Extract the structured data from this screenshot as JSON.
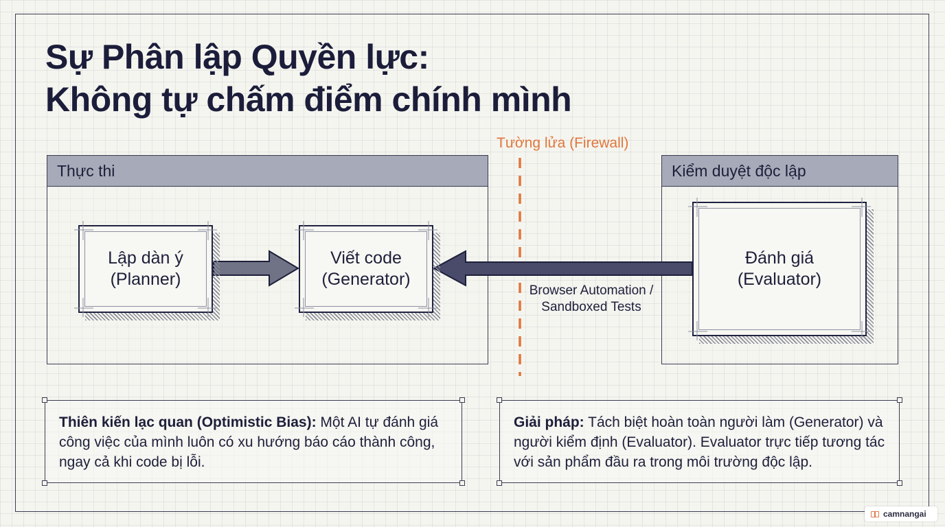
{
  "title": {
    "line1": "Sự Phân lập Quyền lực:",
    "line2": "Không tự chấm điểm chính mình"
  },
  "panels": {
    "execution": {
      "label": "Thực thi"
    },
    "review": {
      "label": "Kiểm duyệt độc lập"
    }
  },
  "nodes": {
    "planner": {
      "line1": "Lập dàn ý",
      "line2": "(Planner)"
    },
    "generator": {
      "line1": "Viết code",
      "line2": "(Generator)"
    },
    "evaluator": {
      "line1": "Đánh giá",
      "line2": "(Evaluator)"
    }
  },
  "firewall": {
    "label": "Tường lửa (Firewall)",
    "color": "#e0763a"
  },
  "channel": {
    "line1": "Browser Automation /",
    "line2": "Sandboxed Tests"
  },
  "notes": {
    "bias": {
      "heading": "Thiên kiến lạc quan (Optimistic Bias):",
      "body": " Một AI tự đánh giá công việc của mình luôn có xu hướng báo cáo thành công, ngay cả khi code bị lỗi."
    },
    "solution": {
      "heading": "Giải pháp:",
      "body": " Tách biệt hoàn toàn người làm (Generator) và người kiểm định (Evaluator). Evaluator trực tiếp tương tác với sản phẩm đầu ra trong môi trường độc lập."
    }
  },
  "watermark": {
    "text": "camnangai"
  },
  "colors": {
    "ink": "#1d1f3a",
    "panel_header": "#a7aab8",
    "arrow_fill": "#4a4b6b",
    "arrow_light_fill": "#6f7385",
    "firewall": "#e0763a"
  }
}
